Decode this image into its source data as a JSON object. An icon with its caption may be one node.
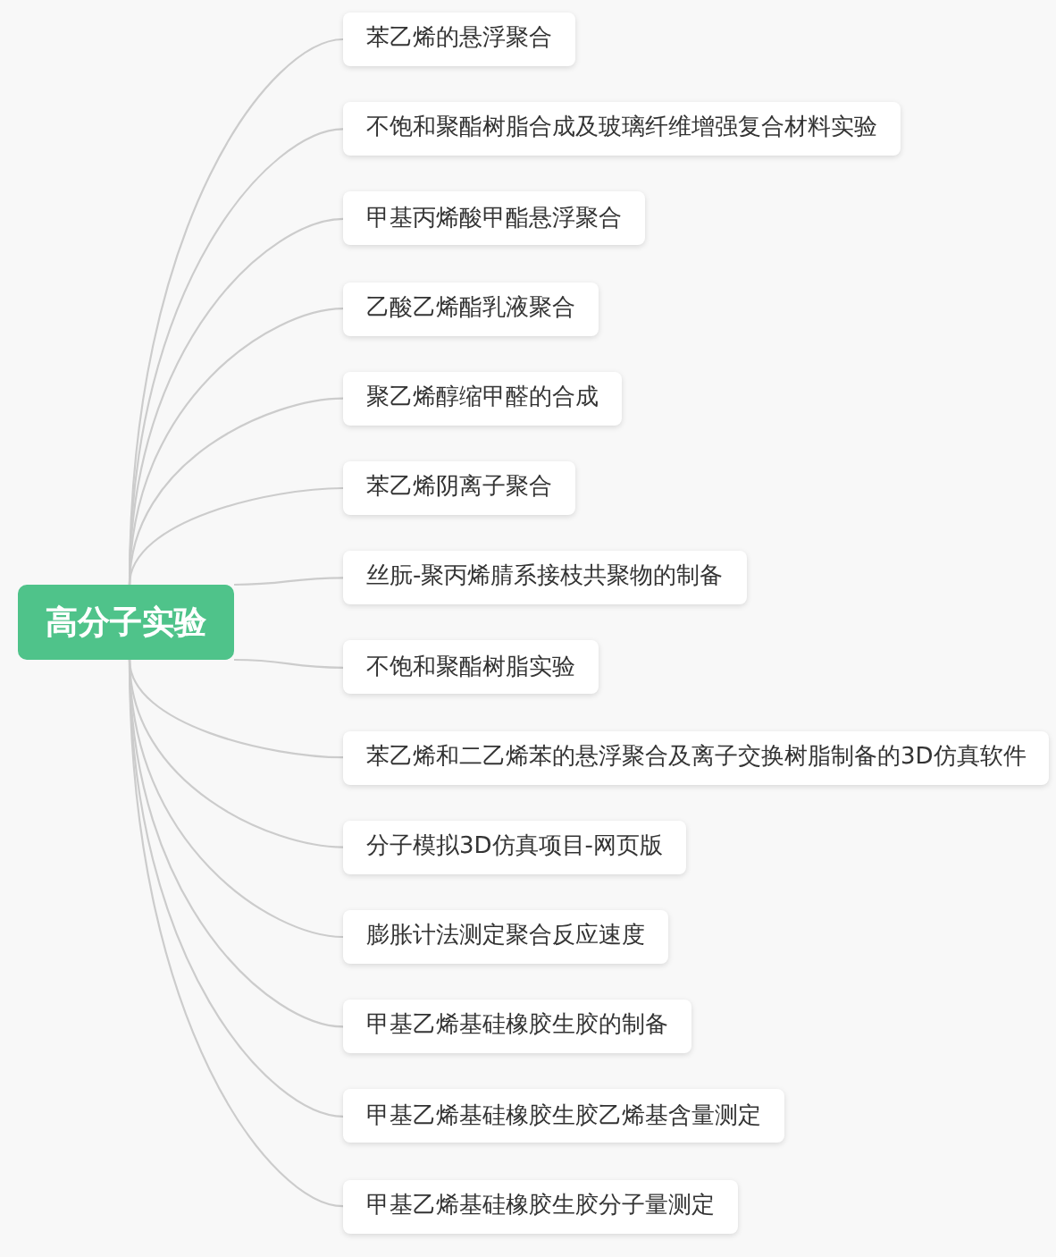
{
  "diagram": {
    "nodes": [
      {
        "text": [
          "高分子实验"
        ]
      },
      {
        "text": [
          "苯乙烯的悬浮聚合"
        ]
      },
      {
        "text": [
          "不饱和聚酯树脂合成及玻璃纤维增强复合材料实验"
        ]
      },
      {
        "text": [
          "甲基丙烯酸甲酯悬浮聚合"
        ]
      },
      {
        "text": [
          "乙酸乙烯酯乳液聚合"
        ]
      },
      {
        "text": [
          "聚乙烯醇缩甲醛的合成"
        ]
      },
      {
        "text": [
          "苯乙烯阴离子聚合"
        ]
      },
      {
        "text": [
          "丝朊-聚丙烯腈系接枝共聚物的制备"
        ]
      },
      {
        "text": [
          "不饱和聚酯树脂实验"
        ]
      },
      {
        "text": [
          "苯乙烯和二乙烯苯的悬浮聚合及离子交换树脂制备的3D仿真软件"
        ]
      },
      {
        "text": [
          "分子模拟3D仿真项目-网页版"
        ]
      },
      {
        "text": [
          "膨胀计法测定聚合反应速度"
        ]
      },
      {
        "text": [
          "甲基乙烯基硅橡胶生胶的制备"
        ]
      },
      {
        "text": [
          "甲基乙烯基硅橡胶生胶乙烯基含量测定"
        ]
      },
      {
        "text": [
          "甲基乙烯基硅橡胶生胶分子量测定"
        ]
      }
    ],
    "edges": [
      {
        "from": 0,
        "to": 1,
        "arrow": "none"
      },
      {
        "from": 0,
        "to": 2,
        "arrow": "none"
      },
      {
        "from": 0,
        "to": 3,
        "arrow": "none"
      },
      {
        "from": 0,
        "to": 4,
        "arrow": "none"
      },
      {
        "from": 0,
        "to": 5,
        "arrow": "none"
      },
      {
        "from": 0,
        "to": 6,
        "arrow": "none"
      },
      {
        "from": 0,
        "to": 7,
        "arrow": "none"
      },
      {
        "from": 0,
        "to": 8,
        "arrow": "none"
      },
      {
        "from": 0,
        "to": 9,
        "arrow": "none"
      },
      {
        "from": 0,
        "to": 10,
        "arrow": "none"
      },
      {
        "from": 0,
        "to": 11,
        "arrow": "none"
      },
      {
        "from": 0,
        "to": 12,
        "arrow": "none"
      },
      {
        "from": 0,
        "to": 13,
        "arrow": "none"
      },
      {
        "from": 0,
        "to": 14,
        "arrow": "none"
      }
    ]
  }
}
